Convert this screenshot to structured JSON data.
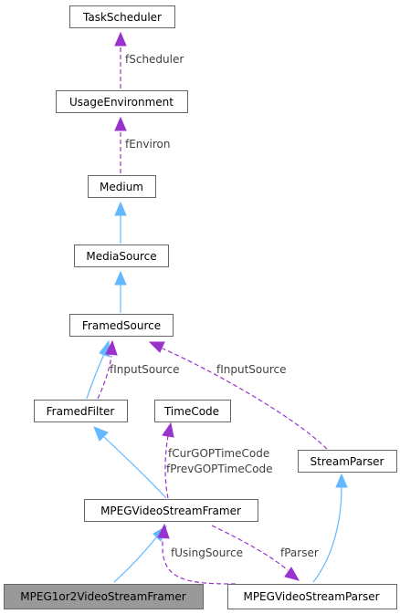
{
  "nodes": {
    "task_scheduler": "TaskScheduler",
    "usage_environment": "UsageEnvironment",
    "medium": "Medium",
    "media_source": "MediaSource",
    "framed_source": "FramedSource",
    "framed_filter": "FramedFilter",
    "time_code": "TimeCode",
    "stream_parser": "StreamParser",
    "mpeg_video_stream_framer": "MPEGVideoStreamFramer",
    "mpeg1or2_video_stream_framer": "MPEG1or2VideoStreamFramer",
    "mpeg_video_stream_parser": "MPEGVideoStreamParser"
  },
  "edge_labels": {
    "f_scheduler": "fScheduler",
    "f_environ": "fEnviron",
    "f_input_source_filter": "fInputSource",
    "f_input_source_parser": "fInputSource",
    "f_cur_gop_time_code": "fCurGOPTimeCode",
    "f_prev_gop_time_code": "fPrevGOPTimeCode",
    "f_using_source": "fUsingSource",
    "f_parser": "fParser"
  },
  "colors": {
    "inheritance": "#63b8ff",
    "usage": "#9a32cd",
    "highlight_fill": "#999999"
  }
}
